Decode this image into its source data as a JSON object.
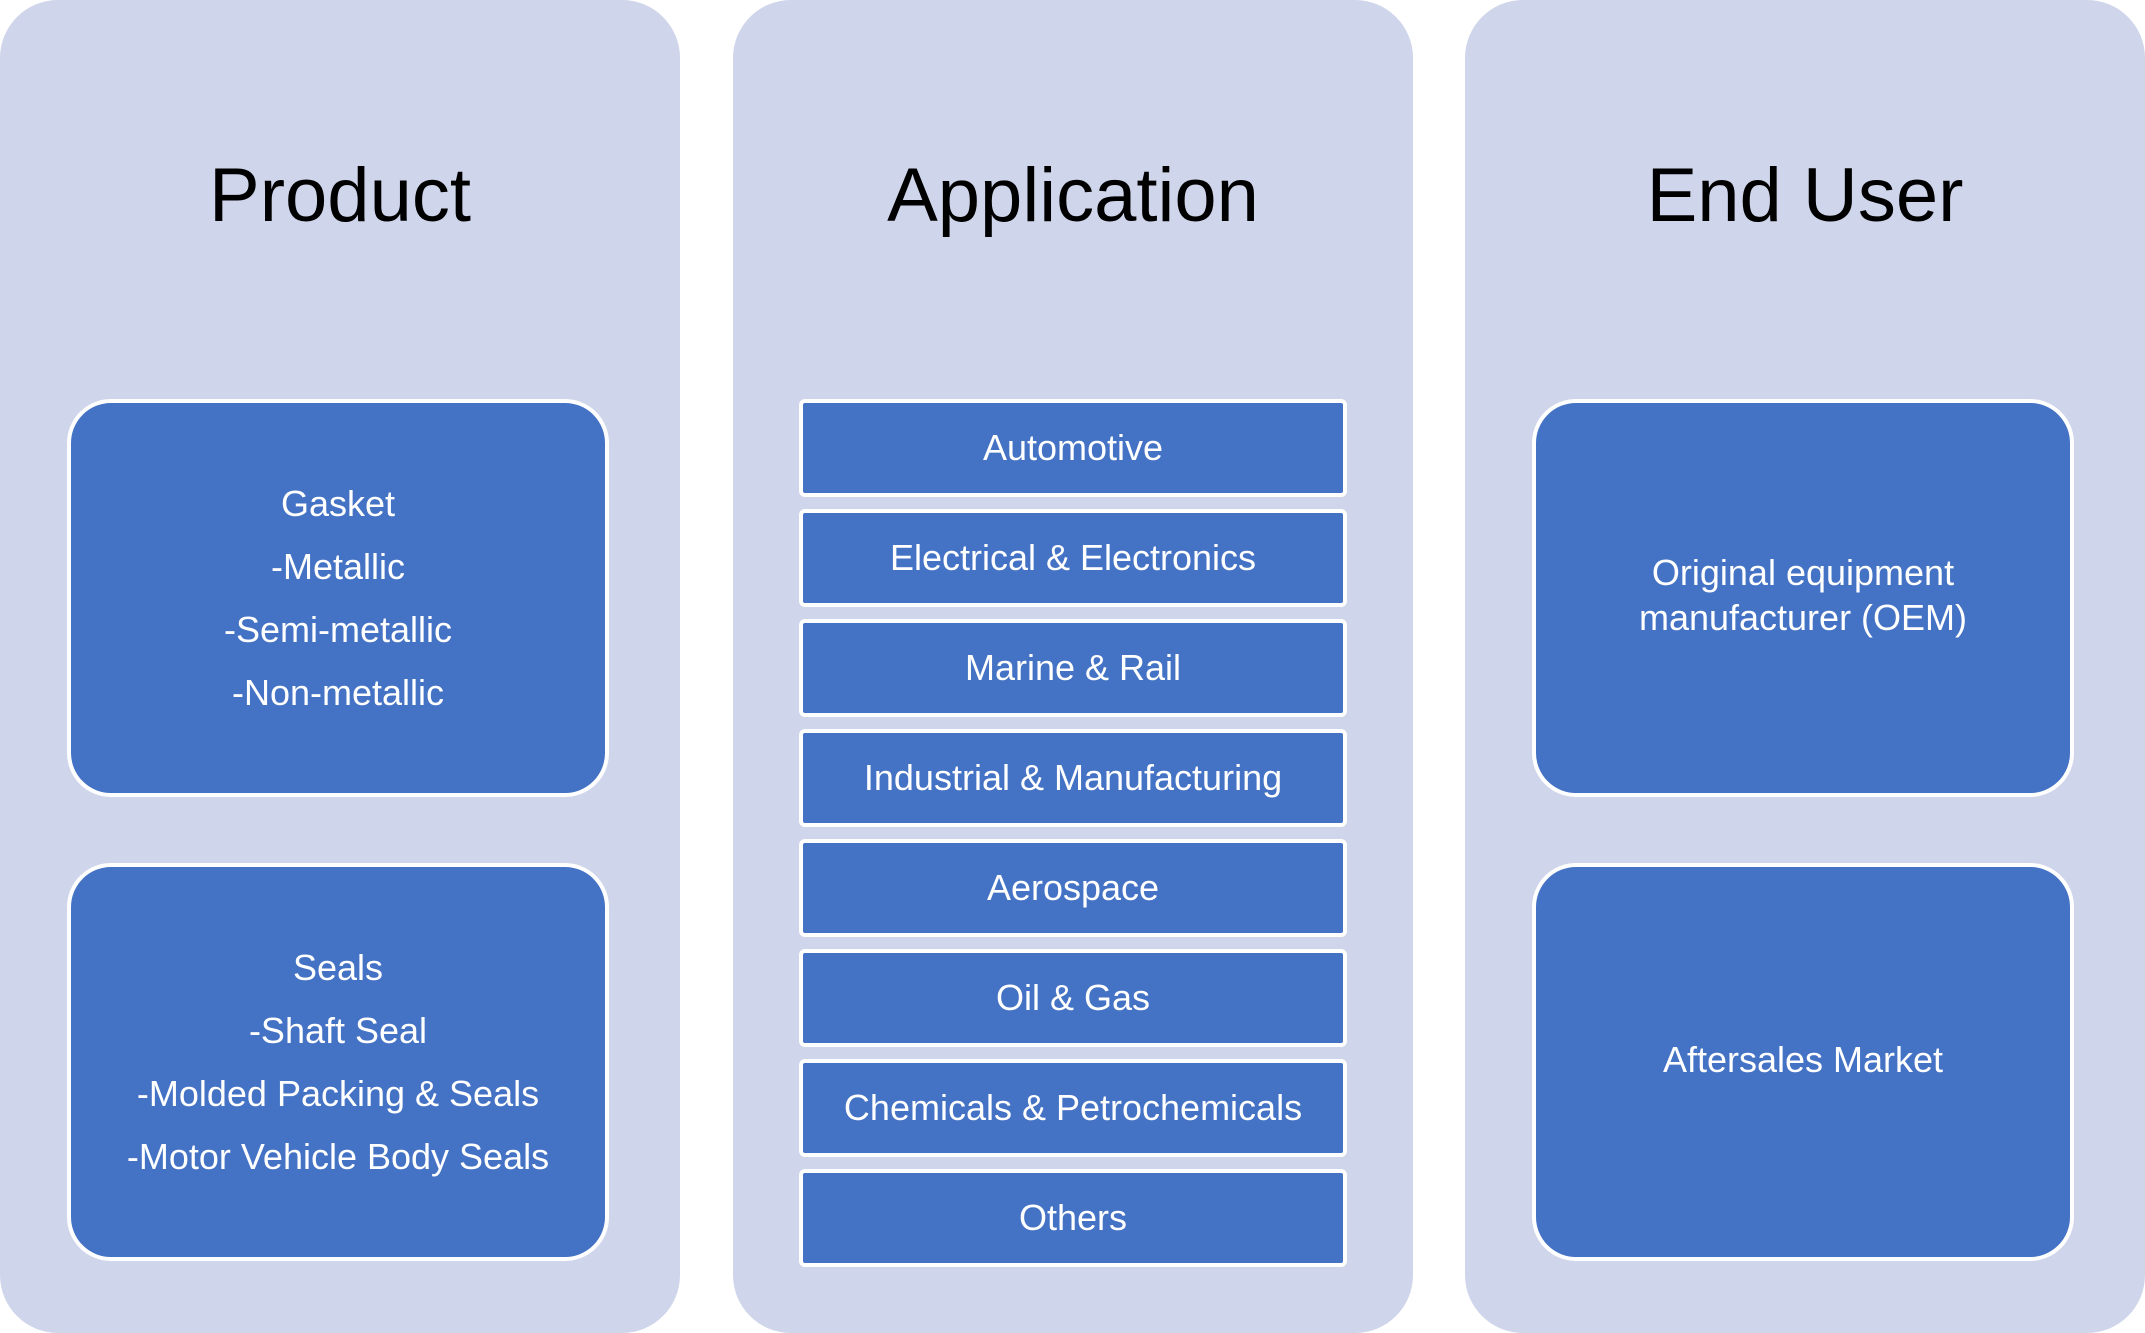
{
  "columns": {
    "product": {
      "title": "Product",
      "boxes": [
        {
          "lines": [
            "Gasket",
            "-Metallic",
            "-Semi-metallic",
            "-Non-metallic"
          ]
        },
        {
          "lines": [
            "Seals",
            "-Shaft Seal",
            "-Molded Packing & Seals",
            "-Motor Vehicle Body Seals"
          ]
        }
      ]
    },
    "application": {
      "title": "Application",
      "items": [
        "Automotive",
        "Electrical & Electronics",
        "Marine & Rail",
        "Industrial & Manufacturing",
        "Aerospace",
        "Oil & Gas",
        "Chemicals & Petrochemicals",
        "Others"
      ]
    },
    "end_user": {
      "title": "End User",
      "boxes": [
        {
          "text": "Original equipment manufacturer (OEM)"
        },
        {
          "text": "Aftersales Market"
        }
      ]
    }
  },
  "colors": {
    "column_bg": "#cfd5ea",
    "box_fill": "#4472c4",
    "box_border": "#ffffff",
    "title_text": "#000000",
    "box_text": "#ffffff"
  }
}
